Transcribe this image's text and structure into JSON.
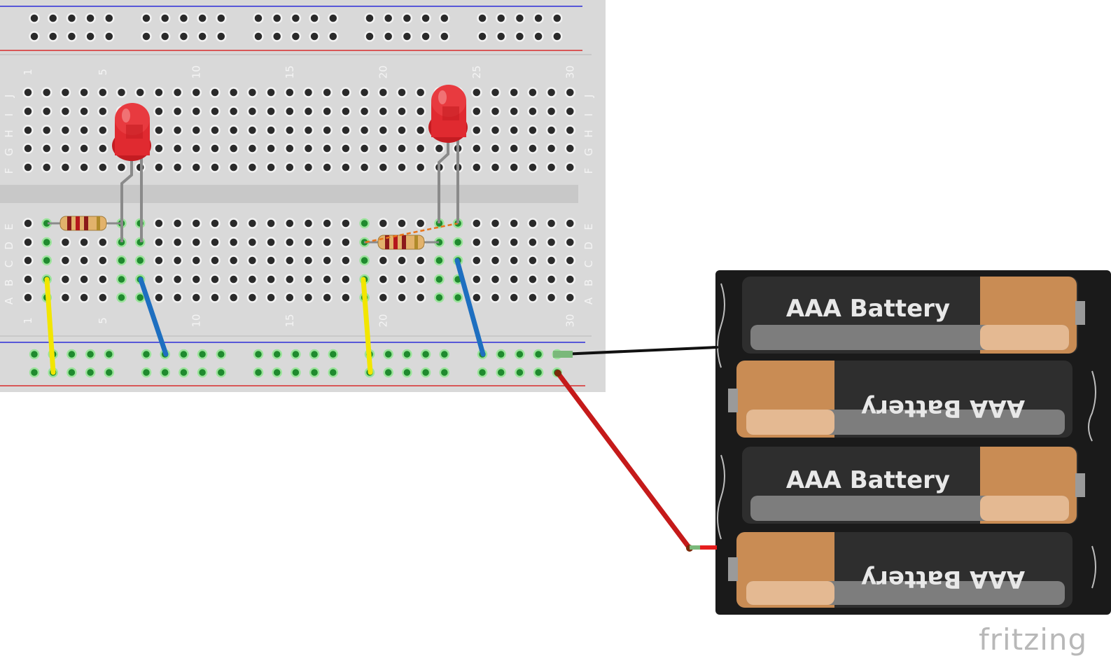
{
  "breadboard": {
    "columns_top": [
      "1",
      "5",
      "10",
      "15",
      "20",
      "25",
      "30"
    ],
    "columns_bottom": [
      "1",
      "5",
      "10",
      "15",
      "20",
      "30"
    ],
    "rows_upper": [
      "J",
      "I",
      "H",
      "G",
      "F"
    ],
    "rows_lower": [
      "E",
      "D",
      "C",
      "B",
      "A"
    ]
  },
  "components": {
    "leds": [
      {
        "name": "led-1",
        "color": "#e8262b"
      },
      {
        "name": "led-2",
        "color": "#e8262b"
      }
    ],
    "resistors": [
      {
        "name": "resistor-1"
      },
      {
        "name": "resistor-2"
      }
    ],
    "wires": [
      {
        "name": "yellow-wire-1",
        "color": "#f2e600"
      },
      {
        "name": "blue-wire-1",
        "color": "#1e6fc0"
      },
      {
        "name": "yellow-wire-2",
        "color": "#f2e600"
      },
      {
        "name": "blue-wire-2",
        "color": "#1e6fc0"
      },
      {
        "name": "black-wire",
        "color": "#111111"
      },
      {
        "name": "red-wire",
        "color": "#c51a1a"
      }
    ]
  },
  "battery_pack": {
    "cells": [
      "AAA Battery",
      "AAA Battery",
      "AAA Battery",
      "AAA Battery"
    ]
  },
  "brand": {
    "logo": "fritzing"
  }
}
